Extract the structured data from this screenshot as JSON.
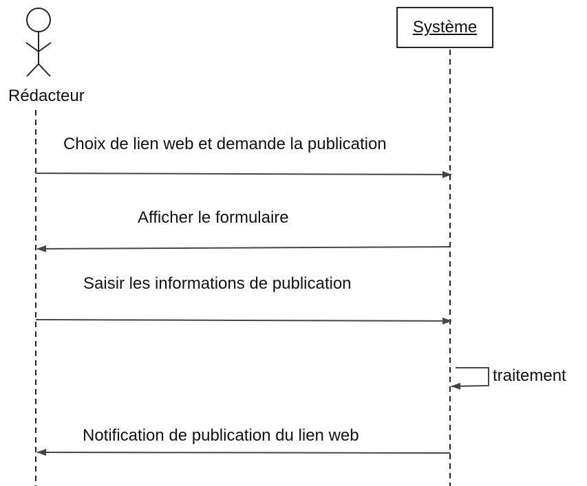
{
  "actor": {
    "name": "Rédacteur"
  },
  "system": {
    "name": "Système"
  },
  "messages": [
    {
      "label": "Choix  de lien web et demande la publication",
      "from": "Rédacteur",
      "to": "Système"
    },
    {
      "label": "Afficher le formulaire",
      "from": "Système",
      "to": "Rédacteur"
    },
    {
      "label": "Saisir les informations de publication",
      "from": "Rédacteur",
      "to": "Système"
    },
    {
      "label": "traitement",
      "from": "Système",
      "to": "Système"
    },
    {
      "label": "Notification de publication du lien web",
      "from": "Système",
      "to": "Rédacteur"
    }
  ]
}
